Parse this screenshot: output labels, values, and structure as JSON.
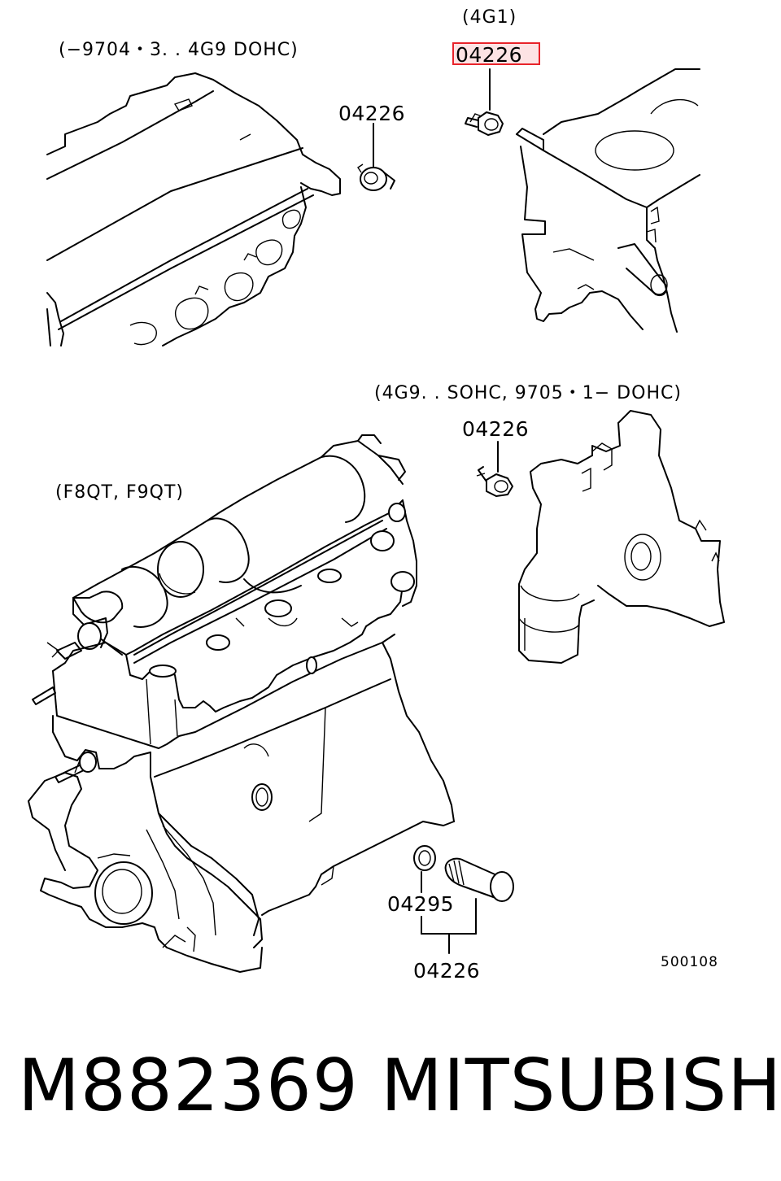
{
  "diagram": {
    "variant_labels": {
      "top_left": "(−9704・3. . 4G9  DOHC)",
      "top_right": "(4G1)",
      "middle_right": "(4G9. . SOHC, 9705・1−  DOHC)",
      "middle_left": "(F8QT, F9QT)"
    },
    "callouts": [
      {
        "id": "switch-a",
        "part": "04226",
        "highlighted": false
      },
      {
        "id": "switch-b",
        "part": "04226",
        "highlighted": true
      },
      {
        "id": "switch-c",
        "part": "04226",
        "highlighted": false
      },
      {
        "id": "gasket",
        "part": "04295",
        "highlighted": false
      },
      {
        "id": "sensor",
        "part": "04226",
        "highlighted": false
      }
    ],
    "drawing_number": "500108",
    "highlight_color": "#e8232a",
    "highlight_fill": "#fde3e4"
  },
  "footer": {
    "part_number": "M882369",
    "brand": "MITSUBISHI"
  }
}
